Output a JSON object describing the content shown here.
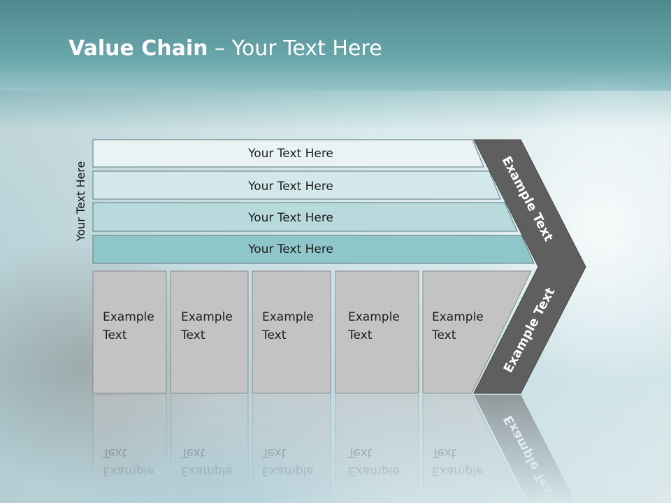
{
  "slide": {
    "title_bold": "Value Chain",
    "title_rest": " – Your Text Here",
    "vertical_label": "Your Text Here"
  },
  "support_rows": [
    "Your Text Here",
    "Your Text Here",
    "Your Text Here",
    "Your Text Here"
  ],
  "primary_blocks": [
    [
      "Example",
      "Text"
    ],
    [
      "Example",
      "Text"
    ],
    [
      "Example",
      "Text"
    ],
    [
      "Example",
      "Text"
    ],
    [
      "Example",
      "Text"
    ]
  ],
  "chevron": {
    "upper_label": "Example Text",
    "lower_label": "Example Text"
  },
  "colors": {
    "row1": "#eaf3f4",
    "row2": "#d2e8ea",
    "row3": "#b8dadd",
    "row4": "#8ec6ca",
    "block": "#c3c3c3",
    "chevron": "#5f5f5f"
  }
}
